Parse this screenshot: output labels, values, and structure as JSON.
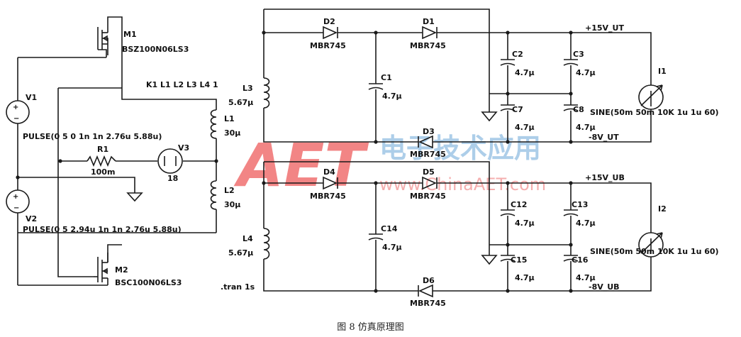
{
  "figure": {
    "caption": "图 8   仿真原理图"
  },
  "watermark": {
    "logo": "AET",
    "cn": "电子技术应用",
    "url": "www.ChinaAET.com"
  },
  "components": {
    "m1": {
      "name": "M1",
      "part": "BSZ100N06LS3"
    },
    "m2": {
      "name": "M2",
      "part": "BSC100N06LS3"
    },
    "v1": {
      "name": "V1",
      "spec": "PULSE(0 5 0 1n 1n 2.76u 5.88u)"
    },
    "v2": {
      "name": "V2",
      "spec": "PULSE(0 5 2.94u 1n 1n 2.76u 5.88u)"
    },
    "v3": {
      "name": "V3",
      "value": "18"
    },
    "r1": {
      "name": "R1",
      "value": "100m"
    },
    "k": {
      "text": "K1 L1 L2 L3 L4 1"
    },
    "l1": {
      "name": "L1",
      "value": "30μ"
    },
    "l2": {
      "name": "L2",
      "value": "30μ"
    },
    "l3": {
      "name": "L3",
      "value": "5.67μ"
    },
    "l4": {
      "name": "L4",
      "value": "5.67μ"
    },
    "d1": {
      "name": "D1",
      "part": "MBR745"
    },
    "d2": {
      "name": "D2",
      "part": "MBR745"
    },
    "d3": {
      "name": "D3",
      "part": "MBR745"
    },
    "d4": {
      "name": "D4",
      "part": "MBR745"
    },
    "d5": {
      "name": "D5",
      "part": "MBR745"
    },
    "d6": {
      "name": "D6",
      "part": "MBR745"
    },
    "c1": {
      "name": "C1",
      "value": "4.7μ"
    },
    "c2": {
      "name": "C2",
      "value": "4.7μ"
    },
    "c3": {
      "name": "C3",
      "value": "4.7μ"
    },
    "c7": {
      "name": "C7",
      "value": "4.7μ"
    },
    "c8": {
      "name": "C8",
      "value": "4.7μ"
    },
    "c12": {
      "name": "C12",
      "value": "4.7μ"
    },
    "c13": {
      "name": "C13",
      "value": "4.7μ"
    },
    "c14": {
      "name": "C14",
      "value": "4.7μ"
    },
    "c15": {
      "name": "C15",
      "value": "4.7μ"
    },
    "c16": {
      "name": "C16",
      "value": "4.7μ"
    },
    "i1": {
      "name": "I1",
      "spec": "SINE(50m 50m 10K 1u 1u 60)"
    },
    "i2": {
      "name": "I2",
      "spec": "SINE(50m 50m 10K 1u 1u 60)"
    }
  },
  "nets": {
    "p15ut": "+15V_UT",
    "m8ut": "-8V_UT",
    "p15ub": "+15V_UB",
    "m8ub": "-8V_UB"
  },
  "directive": ".tran 1s"
}
